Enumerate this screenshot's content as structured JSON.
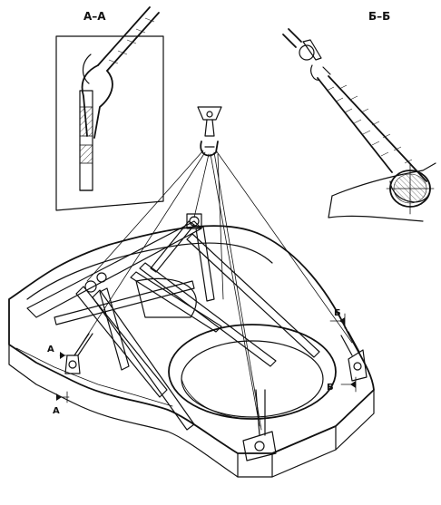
{
  "labels": {
    "section_a_title": "А–А",
    "section_b_title": "Б–Б",
    "mark_a_upper": "А",
    "mark_a_lower": "А",
    "mark_b_upper": "Б",
    "mark_b_lower": "Б"
  }
}
